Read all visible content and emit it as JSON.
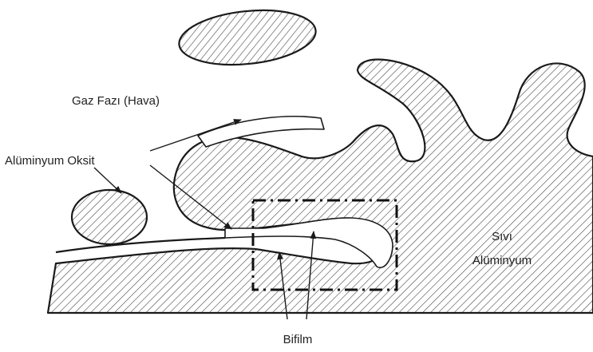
{
  "labels": {
    "gas_phase": "Gaz Fazı (Hava)",
    "oxide": "Alüminyum Oksit",
    "liquid_line1": "Sıvı",
    "liquid_line2": "Alüminyum",
    "bifilm": "Bifilm"
  },
  "colors": {
    "stroke": "#1a1a1a",
    "hatch": "#555555",
    "background": "#ffffff"
  }
}
